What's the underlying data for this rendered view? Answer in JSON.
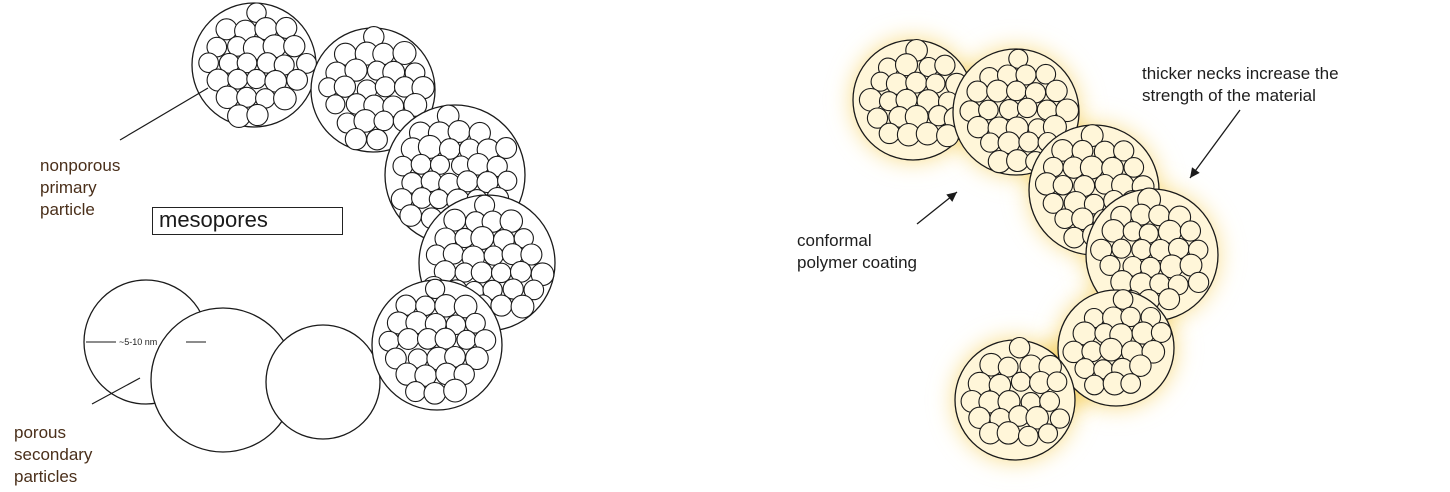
{
  "left_panel": {
    "primary_particle_label": [
      "nonporous",
      "primary",
      "particle"
    ],
    "mesopores_label": "mesopores",
    "dimension_label": "~5-10 nm",
    "secondary_particles_label": [
      "porous",
      "secondary",
      "particles"
    ]
  },
  "right_panel": {
    "coating_label": [
      "conformal",
      "polymer coating"
    ],
    "necks_label": [
      "thicker necks increase the",
      "strength of the material"
    ],
    "coating_color": "#f2c84b"
  },
  "colors": {
    "outline": "#1a1a1a",
    "particle_fill": "#ffffff",
    "coated_particle_fill": "#fff6d9",
    "label_text": "#4a2f1a"
  }
}
